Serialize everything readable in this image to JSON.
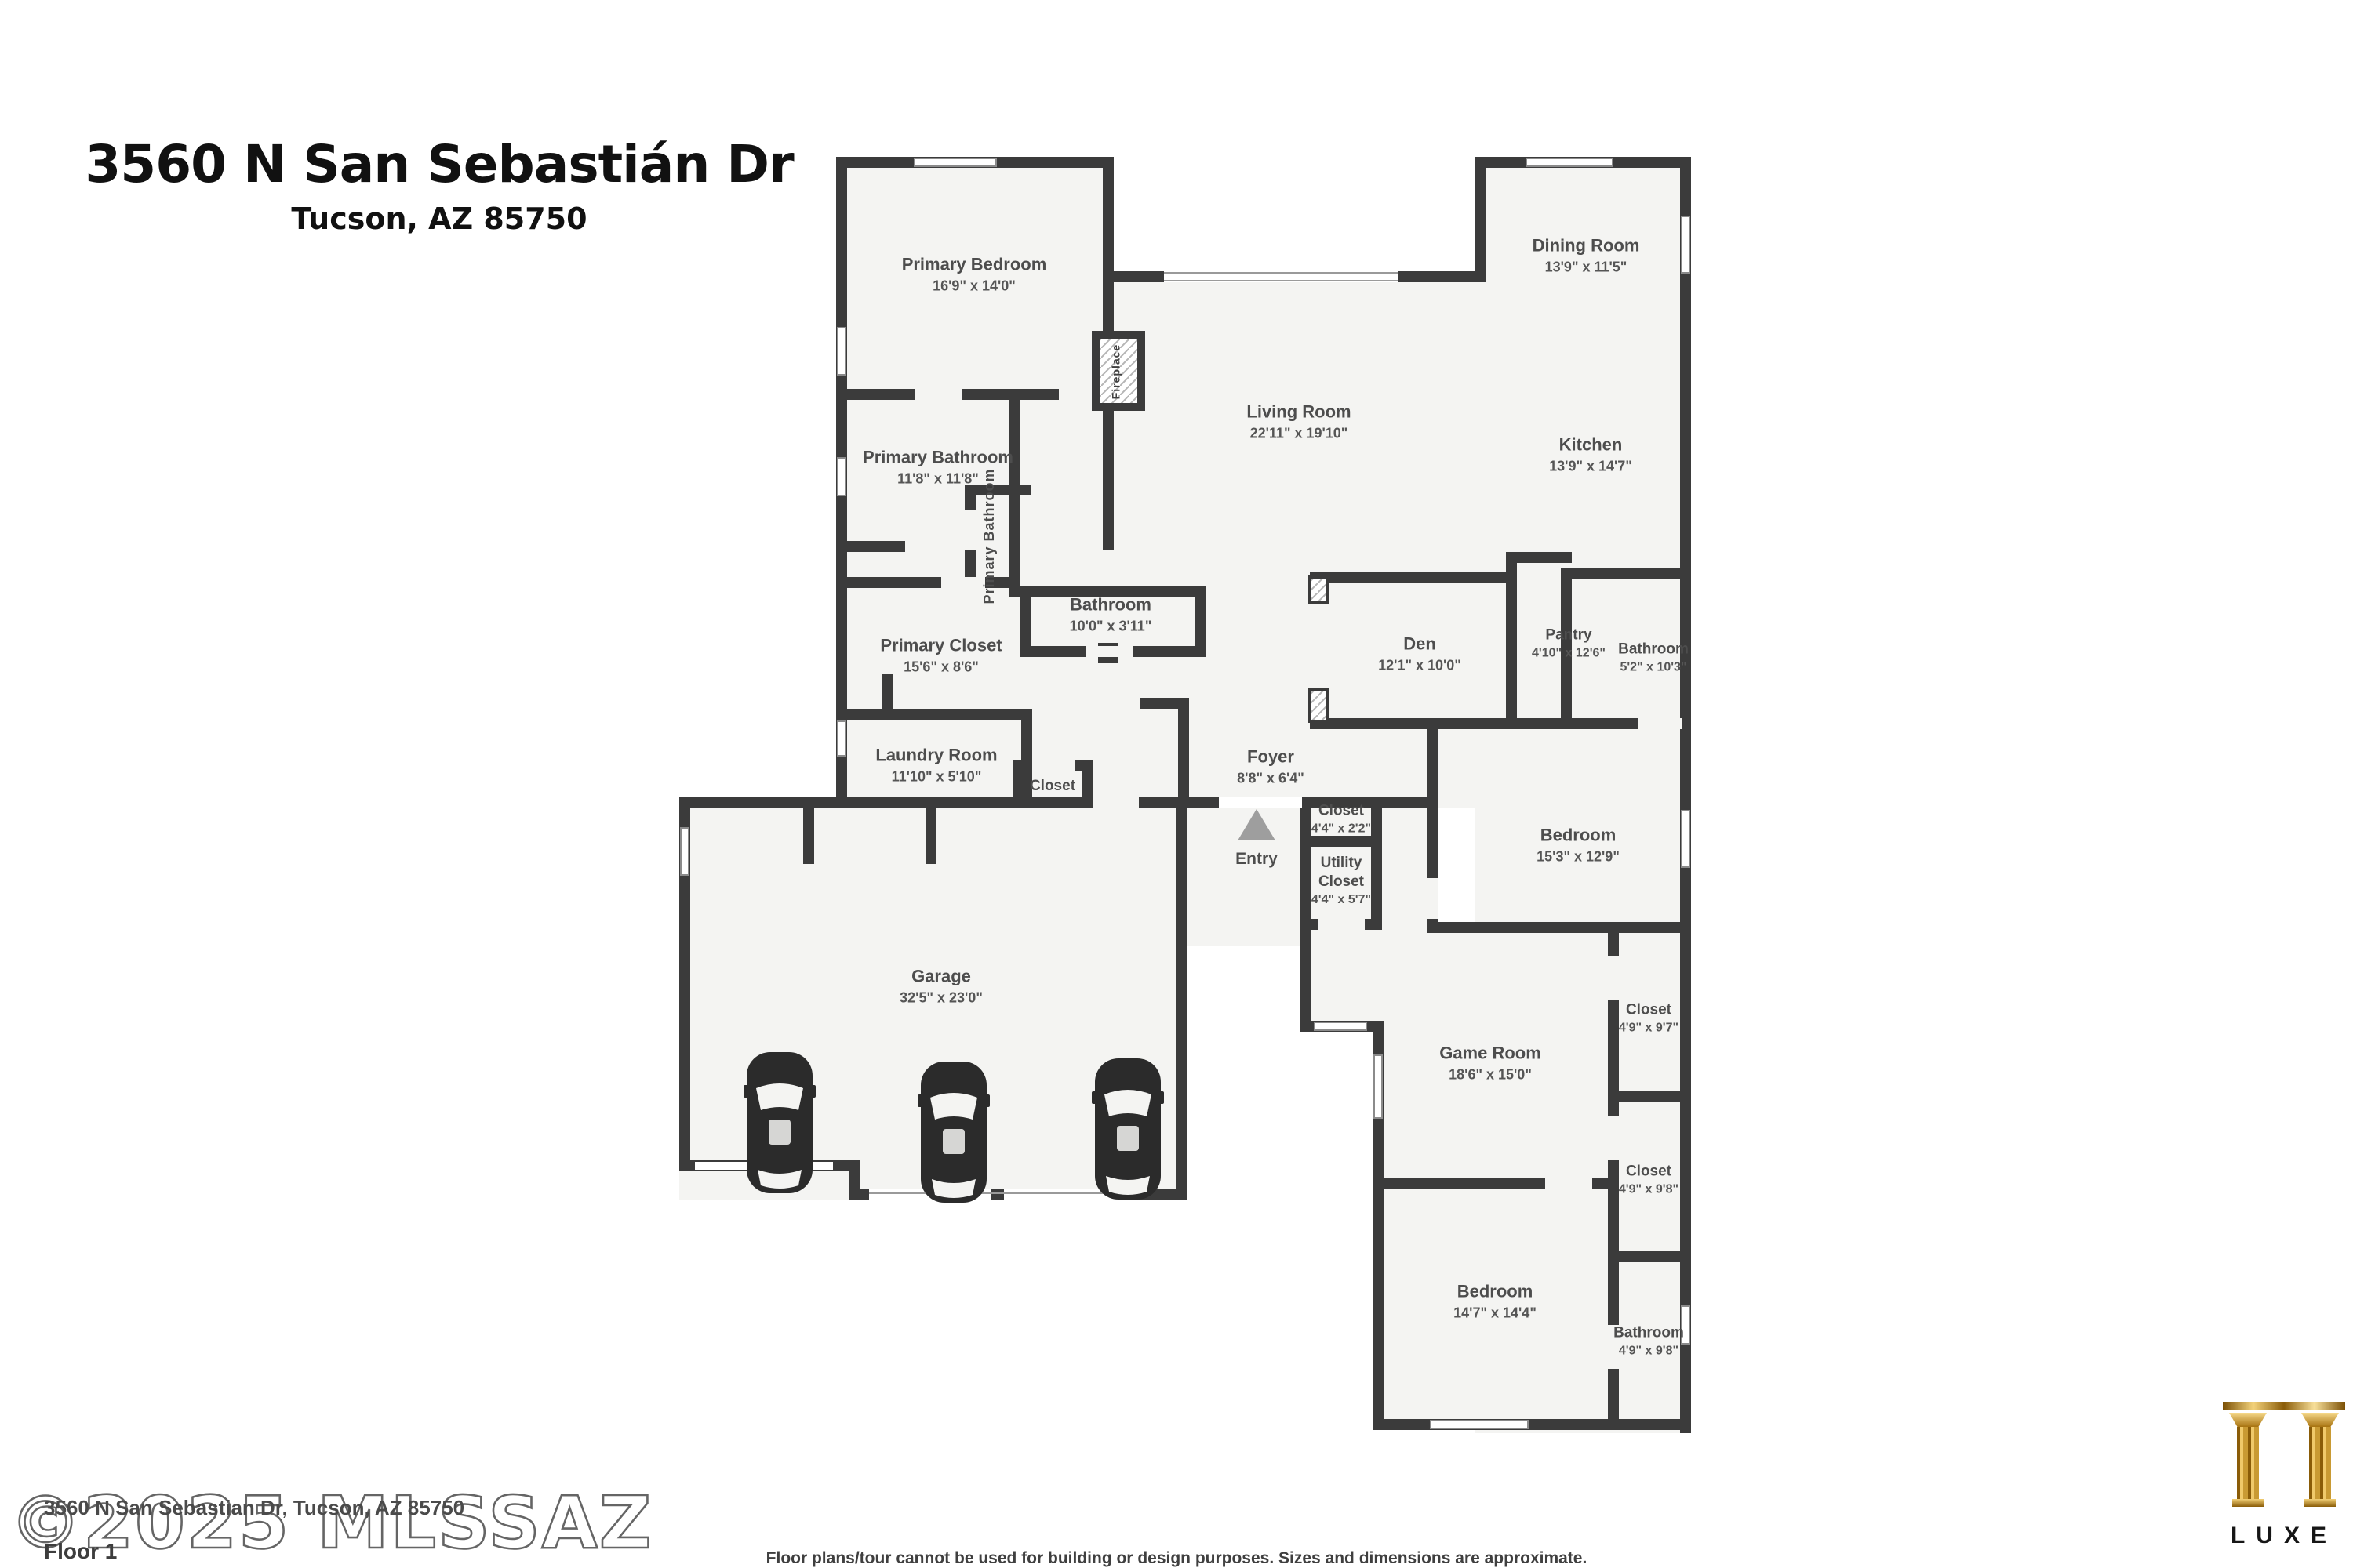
{
  "header": {
    "title": "3560 N San Sebastián Dr",
    "subtitle": "Tucson, AZ 85750"
  },
  "rooms": {
    "primary_bedroom": {
      "name": "Primary Bedroom",
      "dims": "16'9\" x 14'0\""
    },
    "dining_room": {
      "name": "Dining Room",
      "dims": "13'9\" x 11'5\""
    },
    "living_room": {
      "name": "Living Room",
      "dims": "22'11\" x 19'10\""
    },
    "kitchen": {
      "name": "Kitchen",
      "dims": "13'9\" x 14'7\""
    },
    "primary_bathroom": {
      "name": "Primary Bathroom",
      "dims": "11'8\" x 11'8\""
    },
    "primary_bathroom_wc": {
      "name": "Primary Bathroom"
    },
    "fireplace": {
      "name": "Fireplace"
    },
    "bathroom_hall": {
      "name": "Bathroom",
      "dims": "10'0\" x 3'11\""
    },
    "primary_closet": {
      "name": "Primary Closet",
      "dims": "15'6\" x 8'6\""
    },
    "den": {
      "name": "Den",
      "dims": "12'1\" x 10'0\""
    },
    "pantry": {
      "name": "Pantry",
      "dims": "4'10\" x 12'6\""
    },
    "bathroom_guest": {
      "name": "Bathroom",
      "dims": "5'2\" x 10'3\""
    },
    "laundry_room": {
      "name": "Laundry Room",
      "dims": "11'10\" x 5'10\""
    },
    "closet_hall": {
      "name": "Closet"
    },
    "foyer": {
      "name": "Foyer",
      "dims": "8'8\" x 6'4\""
    },
    "entry": {
      "name": "Entry"
    },
    "closet_entry": {
      "name": "Closet",
      "dims": "4'4\" x 2'2\""
    },
    "utility_closet": {
      "name": "Utility Closet",
      "dims": "4'4\" x 5'7\""
    },
    "bedroom_mid": {
      "name": "Bedroom",
      "dims": "15'3\" x 12'9\""
    },
    "garage": {
      "name": "Garage",
      "dims": "32'5\" x 23'0\""
    },
    "game_room": {
      "name": "Game Room",
      "dims": "18'6\" x 15'0\""
    },
    "closet_game": {
      "name": "Closet",
      "dims": "4'9\" x 9'7\""
    },
    "closet_bottom": {
      "name": "Closet",
      "dims": "4'9\" x 9'8\""
    },
    "bedroom_bottom": {
      "name": "Bedroom",
      "dims": "14'7\" x 14'4\""
    },
    "bathroom_bottom": {
      "name": "Bathroom",
      "dims": "4'9\" x 9'8\""
    }
  },
  "footer": {
    "watermark": "©2025 MLSSAZ",
    "address": "3560 N San Sebastian Dr, Tucson, AZ 85750",
    "floor": "Floor 1",
    "disclaimer": "Floor plans/tour cannot be used for building or design purposes. Sizes and dimensions are approximate.",
    "brand": "LUXE"
  },
  "colors": {
    "wall": "#3b3b3b",
    "floor": "#f4f4f2",
    "label": "#4d4d4d",
    "gold": "#c9962e",
    "entry_arrow": "#9e9e9e"
  }
}
